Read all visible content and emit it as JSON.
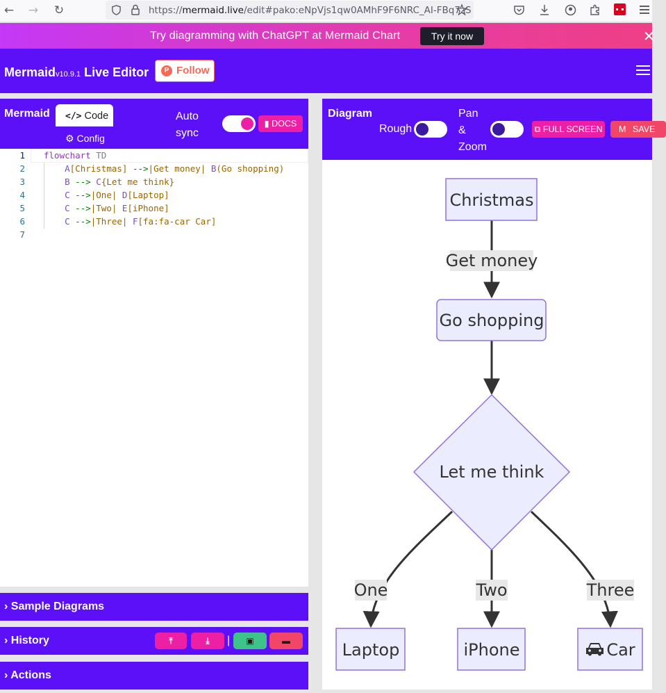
{
  "browser": {
    "url_prefix": "https://",
    "url_host": "mermaid.live",
    "url_rest": "/edit#pako:eNpVjs1qw0AMhF9F6NRC_AI-FBq7zS"
  },
  "promo": {
    "text": "Try diagramming with ChatGPT at Mermaid Chart",
    "button": "Try it now",
    "close": "✕"
  },
  "header": {
    "brand": "Mermaid",
    "version": "v10.9.1",
    "subtitle": "Live Editor",
    "follow_label": "Follow"
  },
  "code_panel": {
    "title": "Mermaid",
    "tab_code": "Code",
    "tab_config": "Config",
    "autosync_label": "Auto sync",
    "autosync_on": true,
    "docs_label": "DOCS"
  },
  "code_lines": [
    {
      "n": "1",
      "text": "flowchart TD"
    },
    {
      "n": "2",
      "text": "    A[Christmas] -->|Get money| B(Go shopping)"
    },
    {
      "n": "3",
      "text": "    B --> C{Let me think}"
    },
    {
      "n": "4",
      "text": "    C -->|One| D[Laptop]"
    },
    {
      "n": "5",
      "text": "    C -->|Two| E[iPhone]"
    },
    {
      "n": "6",
      "text": "    C -->|Three| F[fa:fa-car Car]"
    },
    {
      "n": "7",
      "text": ""
    }
  ],
  "accordions": {
    "samples": "Sample Diagrams",
    "history": "History",
    "actions": "Actions"
  },
  "diagram_panel": {
    "title": "Diagram",
    "rough_label": "Rough",
    "rough_on": false,
    "panzoom_label": "Pan & Zoom",
    "panzoom_on": false,
    "fullscreen_label": "FULL SCREEN",
    "save_label": "SAVE"
  },
  "diagram": {
    "nodes": {
      "A": "Christmas",
      "B": "Go shopping",
      "C": "Let me think",
      "D": "Laptop",
      "E": "iPhone",
      "F": "Car"
    },
    "edge_labels": {
      "AB": "Get money",
      "CD": "One",
      "CE": "Two",
      "CF": "Three"
    },
    "colors": {
      "node_fill": "#ececff",
      "node_stroke": "#9370db",
      "edge": "#333333",
      "label_bg": "#e8e8e8"
    }
  },
  "colors": {
    "accent": "#5b10f7",
    "pink": "#ed1fa5",
    "red": "#f14668",
    "green": "#3ec48a"
  }
}
